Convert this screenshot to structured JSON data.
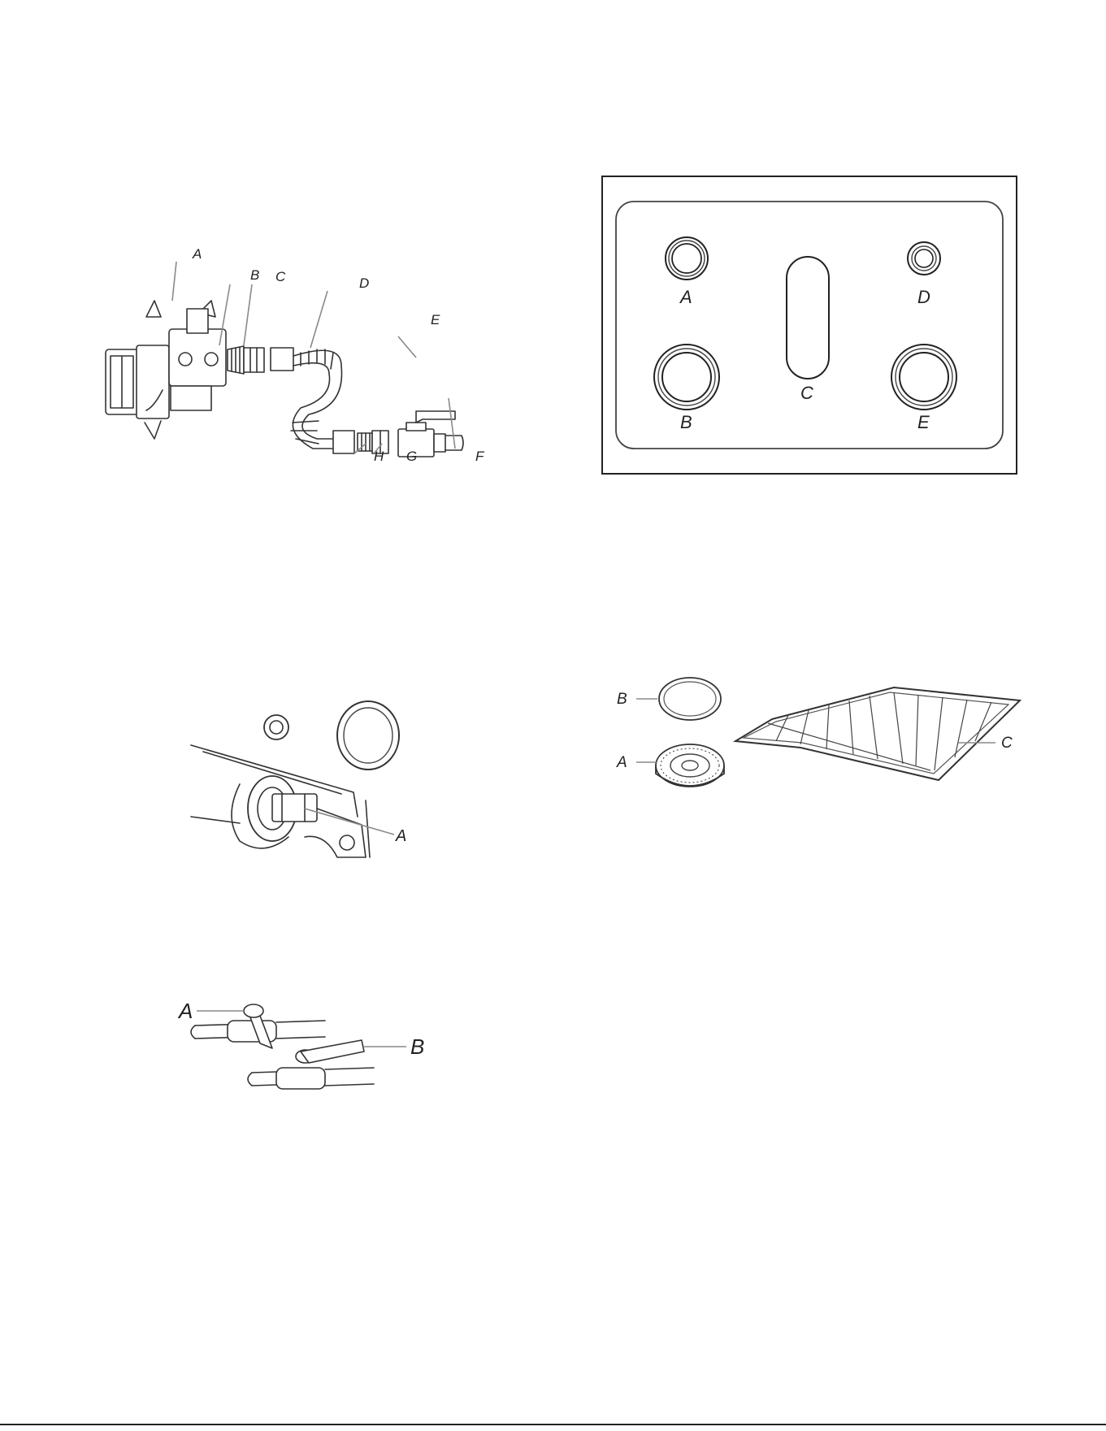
{
  "figures": {
    "gas_connection": {
      "labels": [
        "A",
        "B",
        "C",
        "D",
        "E",
        "F",
        "G",
        "H"
      ]
    },
    "cooktop_layout": {
      "labels": [
        "A",
        "B",
        "C",
        "D",
        "E"
      ]
    },
    "burner_parts": {
      "labels": [
        "B",
        "A",
        "C"
      ]
    },
    "orifice": {
      "labels": [
        "A"
      ]
    },
    "shutoff_valve": {
      "labels": [
        "A",
        "B"
      ]
    }
  }
}
